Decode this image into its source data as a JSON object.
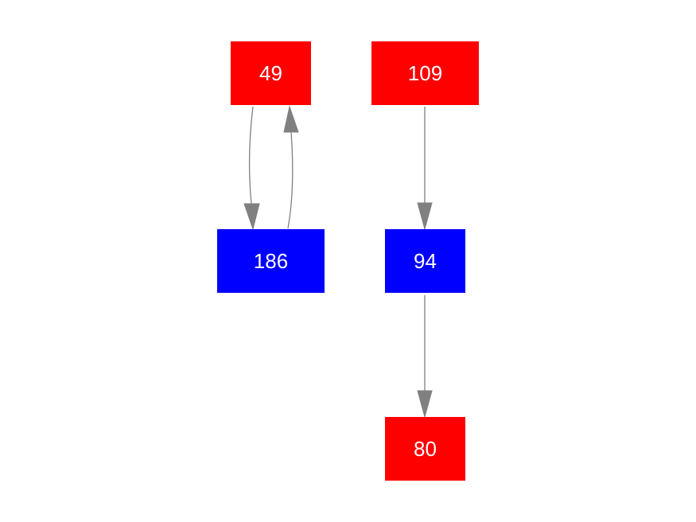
{
  "nodes": {
    "n49": {
      "label": "49",
      "color": "#ff0000"
    },
    "n109": {
      "label": "109",
      "color": "#ff0000"
    },
    "n186": {
      "label": "186",
      "color": "#0000ff"
    },
    "n94": {
      "label": "94",
      "color": "#0000ff"
    },
    "n80": {
      "label": "80",
      "color": "#ff0000"
    }
  },
  "edges": [
    {
      "from": "49",
      "to": "186"
    },
    {
      "from": "186",
      "to": "49"
    },
    {
      "from": "109",
      "to": "94"
    },
    {
      "from": "94",
      "to": "80"
    }
  ],
  "colors": {
    "edge": "#808080",
    "label": "#ffffff"
  }
}
